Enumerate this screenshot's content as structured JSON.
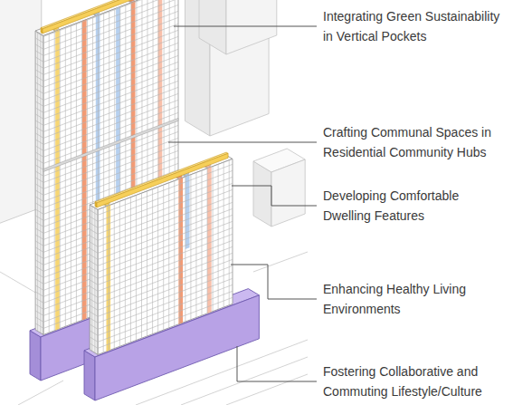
{
  "diagram": {
    "labels": [
      "Integrating Green Sustainability in Vertical Pockets",
      "Crafting Communal Spaces in Residential Community Hubs",
      "Developing Comfortable Dwelling Features",
      "Enhancing Healthy Living Environments",
      "Fostering Collaborative and Commuting Lifestyle/Culture"
    ]
  }
}
